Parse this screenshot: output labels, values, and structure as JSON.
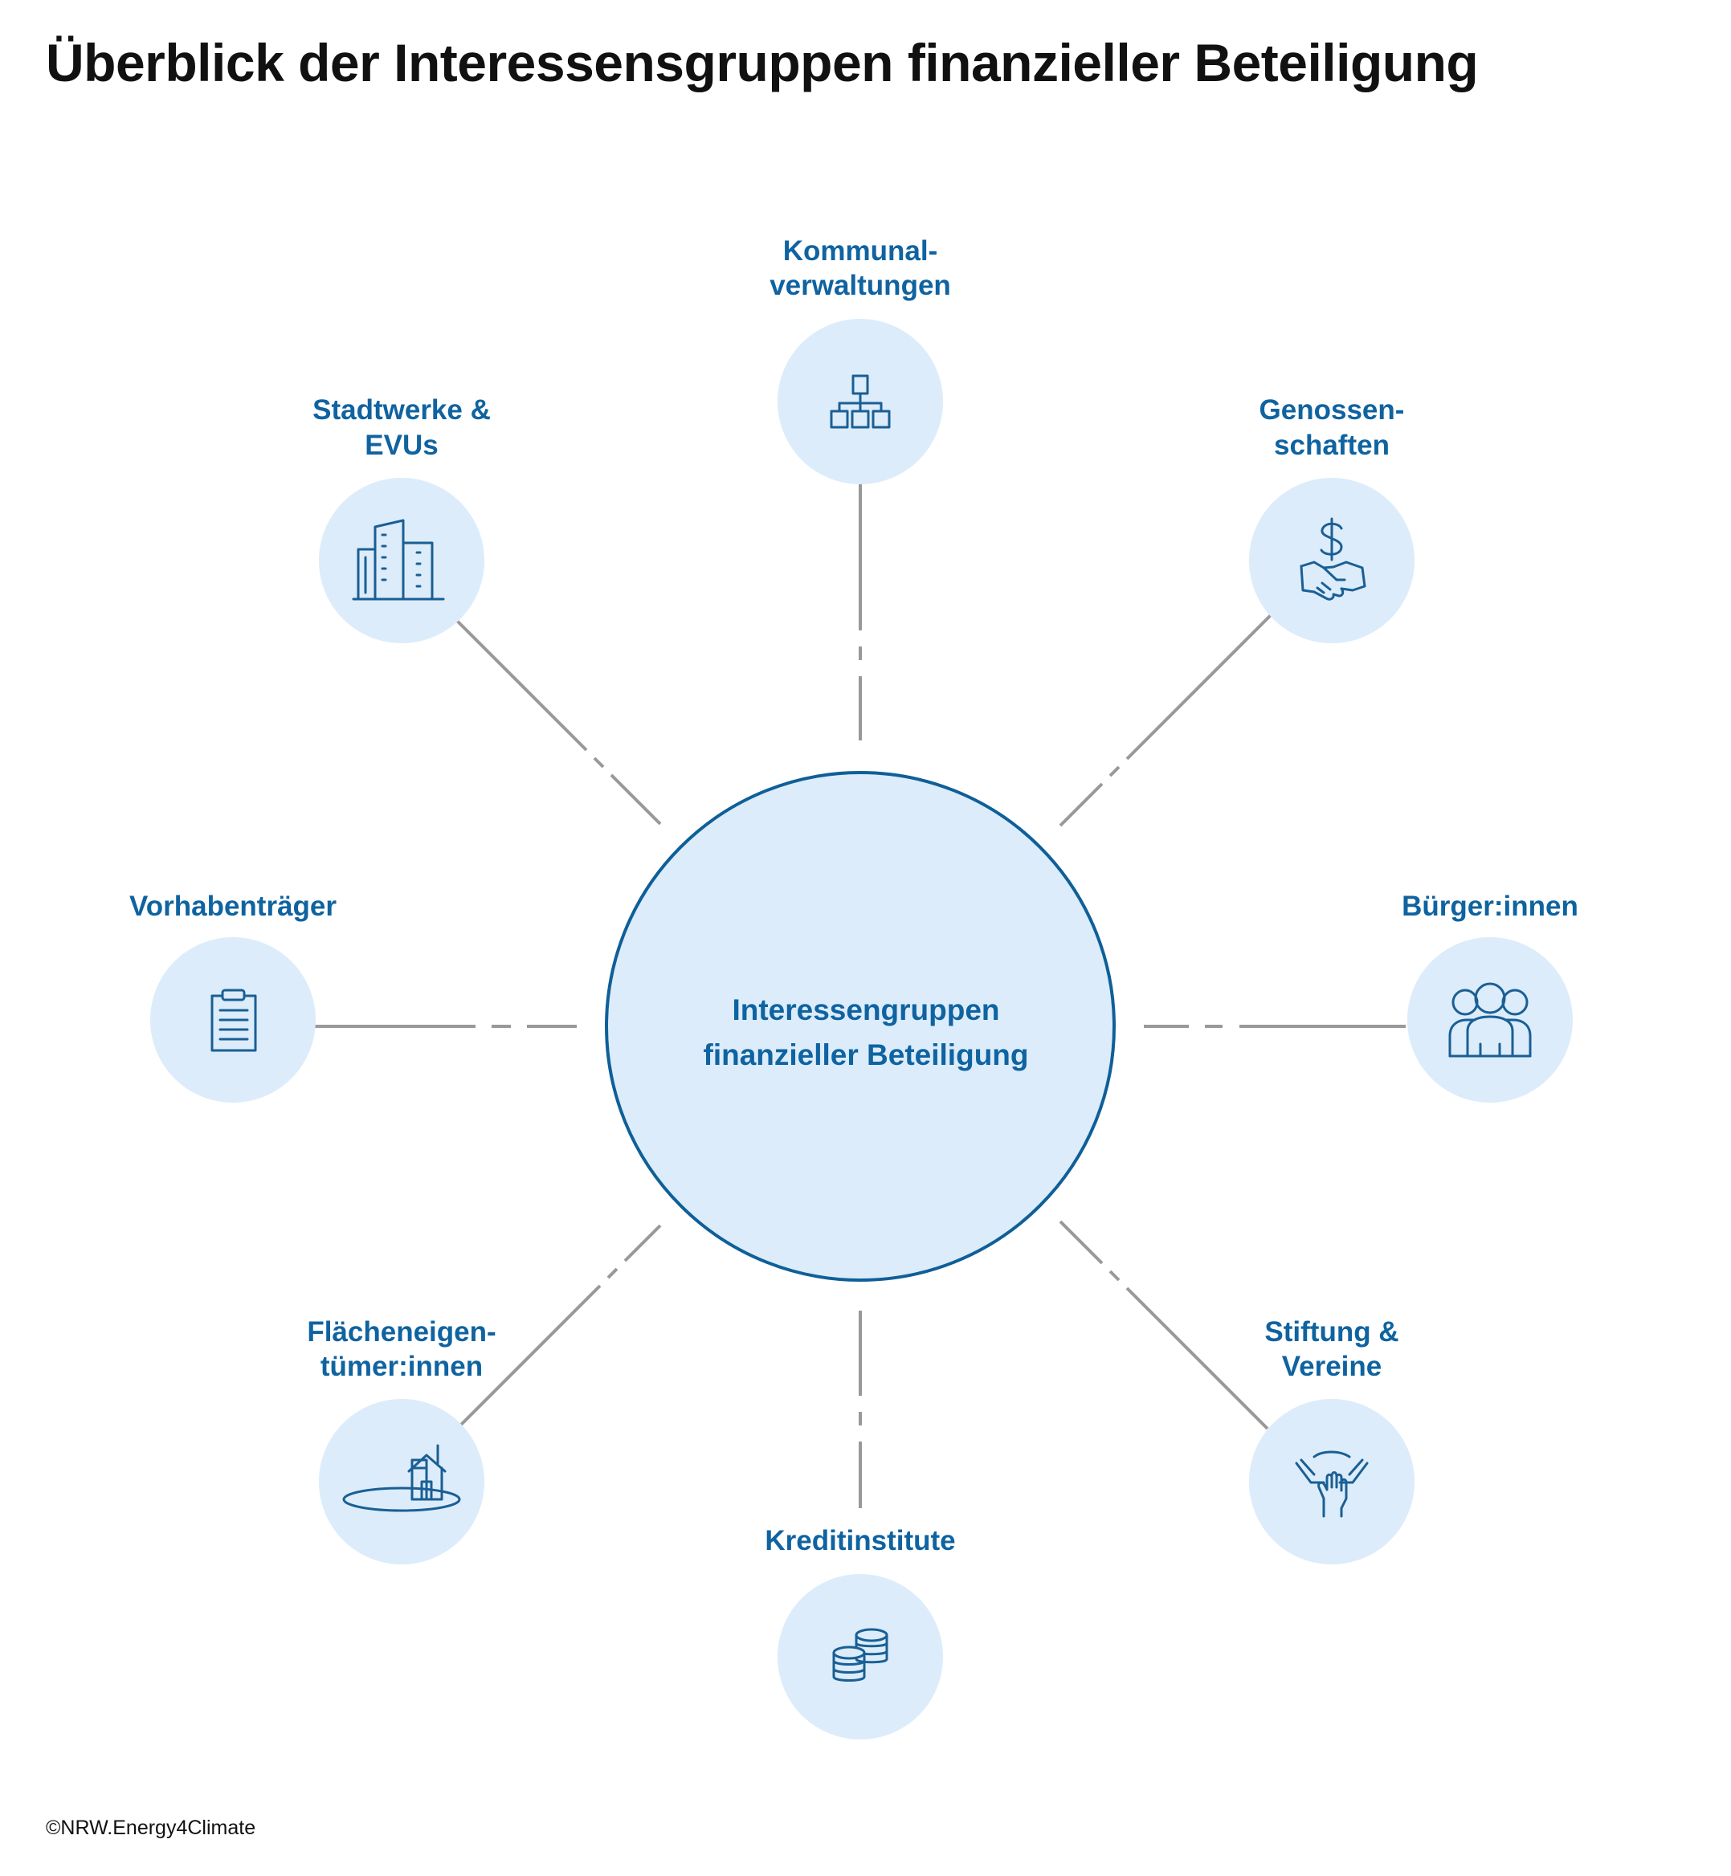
{
  "title": "Überblick der Interessensgruppen finanzieller Beteiligung",
  "center": {
    "line1": "Interessengruppen",
    "line2": "finanzieller Beteiligung"
  },
  "nodes": [
    {
      "label1": "Kommunal-",
      "label2": "verwaltungen",
      "icon": "org-chart-icon"
    },
    {
      "label1": "Genossen-",
      "label2": "schaften",
      "icon": "dollar-handshake-icon"
    },
    {
      "label1": "Bürger:innen",
      "label2": "",
      "icon": "people-group-icon"
    },
    {
      "label1": "Stiftung &",
      "label2": "Vereine",
      "icon": "hands-together-icon"
    },
    {
      "label1": "Kreditinstitute",
      "label2": "",
      "icon": "coin-stacks-icon"
    },
    {
      "label1": "Flächeneigen-",
      "label2": "tümer:innen",
      "icon": "house-plot-icon"
    },
    {
      "label1": "Vorhabenträger",
      "label2": "",
      "icon": "clipboard-icon"
    },
    {
      "label1": "Stadtwerke &",
      "label2": "EVUs",
      "icon": "buildings-icon"
    }
  ],
  "colors": {
    "accent": "#0f63a0",
    "node_fill": "#dcecfa",
    "center_stroke": "#0f5f98",
    "connector": "#999999"
  },
  "footer": "©NRW.Energy4Climate"
}
